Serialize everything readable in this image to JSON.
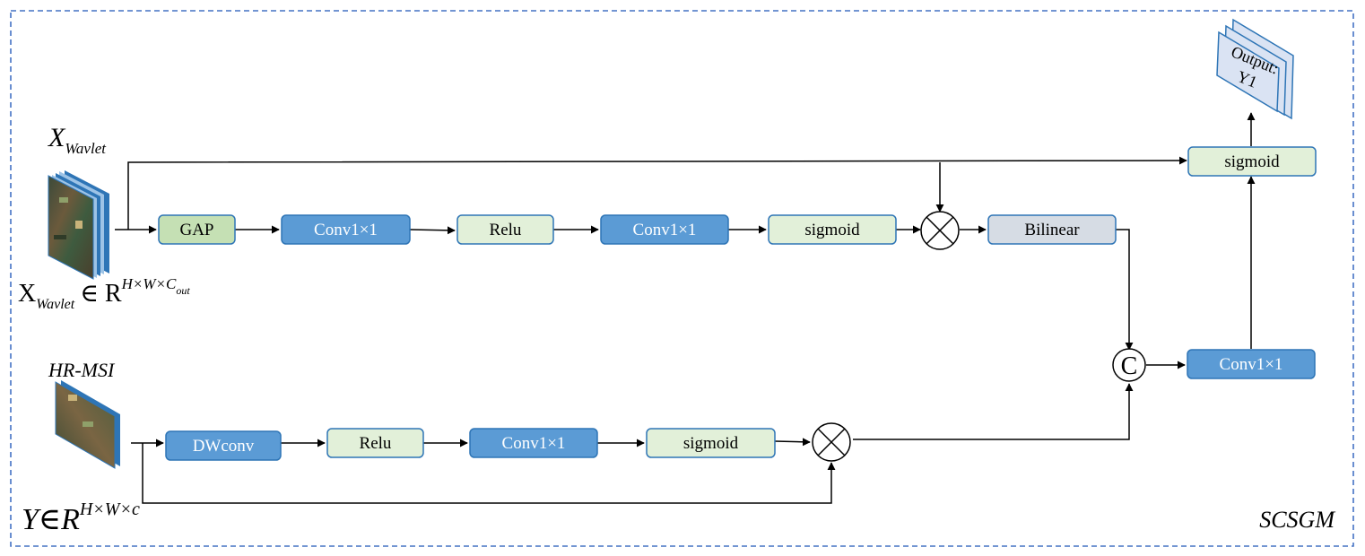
{
  "frame": {
    "border_color": "#4472c4",
    "tag": "SCSGM"
  },
  "colors": {
    "light_green": "#e2f0d9",
    "green": "#c5e0b4",
    "blue": "#5b9bd5",
    "gray": "#d6dce4",
    "stroke": "#2e75b6",
    "output_fill": "#dae3f3"
  },
  "inputs": {
    "wavlet": {
      "title_main": "X",
      "title_sub": "Wavlet",
      "formula_main": "X",
      "formula_sub": "Wavlet",
      "formula_in": "∈ R",
      "formula_sup_main": "H×W×C",
      "formula_sup_sub": "out"
    },
    "hrmsi": {
      "title": "HR-MSI",
      "formula_main": "Y∈R",
      "formula_sup": "H×W×c"
    }
  },
  "blocks": {
    "gap": "GAP",
    "conv_top_1": "Conv1×1",
    "relu_top": "Relu",
    "conv_top_2": "Conv1×1",
    "sigmoid_top": "sigmoid",
    "bilinear": "Bilinear",
    "dwconv": "DWconv",
    "relu_bottom": "Relu",
    "conv_bottom": "Conv1×1",
    "sigmoid_bottom": "sigmoid",
    "conv_right": "Conv1×1",
    "sigmoid_right": "sigmoid"
  },
  "operators": {
    "multiply": "⊗",
    "concat": "C"
  },
  "output": {
    "line1": "Output:",
    "line2": "Y1"
  }
}
